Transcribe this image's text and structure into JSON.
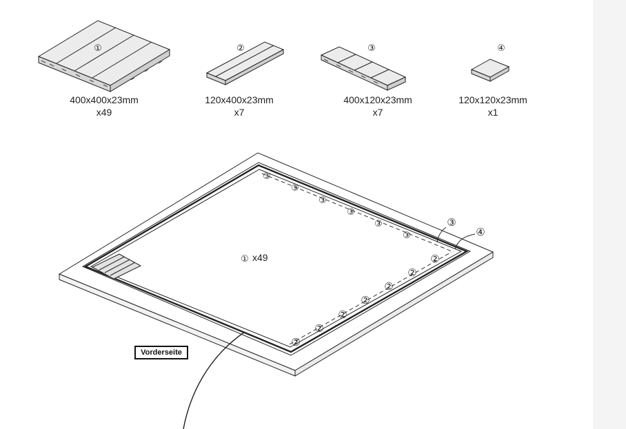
{
  "parts": [
    {
      "number": "①",
      "size": "400x400x23mm",
      "qty": "x49"
    },
    {
      "number": "②",
      "size": "120x400x23mm",
      "qty": "x7"
    },
    {
      "number": "③",
      "size": "400x120x23mm",
      "qty": "x7"
    },
    {
      "number": "④",
      "size": "120x120x23mm",
      "qty": "x1"
    }
  ],
  "layout": {
    "center_marker": "①",
    "center_count": "x49",
    "marker_2": "②",
    "marker_3": "③",
    "marker_4": "④",
    "front_label": "Vorderseite"
  },
  "colors": {
    "line": "#222222",
    "fill": "#ffffff",
    "sidebar": "#f4f4f4",
    "tile_shade": "#e9e9e9"
  }
}
